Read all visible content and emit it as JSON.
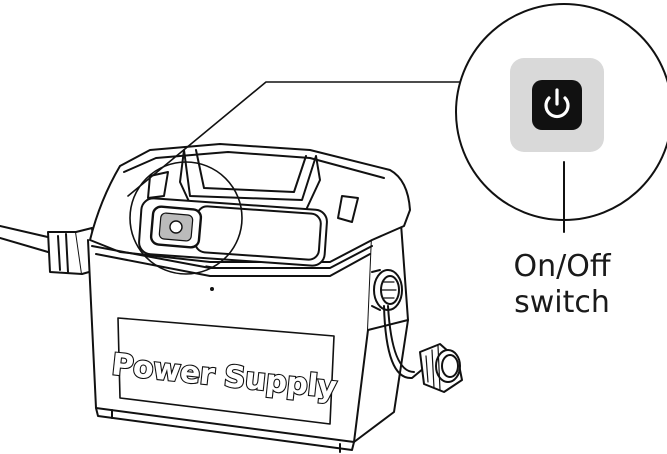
{
  "callout": {
    "label_line1": "On/Off",
    "label_line2": "switch"
  },
  "device": {
    "label": "Power Supply"
  },
  "icons": {
    "power": "power-icon"
  },
  "colors": {
    "stroke": "#111111",
    "button_bg": "#d9d9d9",
    "button_face": "#111111"
  }
}
